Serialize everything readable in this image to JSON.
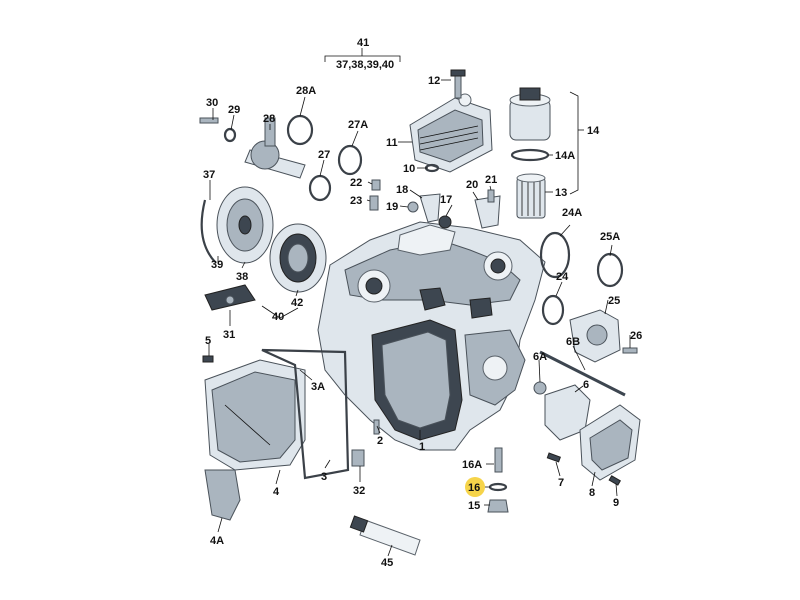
{
  "diagram": {
    "callouts": [
      {
        "id": "c41",
        "text": "41"
      },
      {
        "id": "c41sub",
        "text": "37,38,39,40"
      },
      {
        "id": "c12",
        "text": "12"
      },
      {
        "id": "c30",
        "text": "30"
      },
      {
        "id": "c29",
        "text": "29"
      },
      {
        "id": "c28",
        "text": "28"
      },
      {
        "id": "c28A",
        "text": "28A"
      },
      {
        "id": "c27A",
        "text": "27A"
      },
      {
        "id": "c27",
        "text": "27"
      },
      {
        "id": "c11",
        "text": "11"
      },
      {
        "id": "c10",
        "text": "10"
      },
      {
        "id": "c14",
        "text": "14"
      },
      {
        "id": "c14A",
        "text": "14A"
      },
      {
        "id": "c13",
        "text": "13"
      },
      {
        "id": "c37",
        "text": "37"
      },
      {
        "id": "c22",
        "text": "22"
      },
      {
        "id": "c23",
        "text": "23"
      },
      {
        "id": "c18",
        "text": "18"
      },
      {
        "id": "c19",
        "text": "19"
      },
      {
        "id": "c17",
        "text": "17"
      },
      {
        "id": "c20",
        "text": "20"
      },
      {
        "id": "c21",
        "text": "21"
      },
      {
        "id": "c24A",
        "text": "24A"
      },
      {
        "id": "c25A",
        "text": "25A"
      },
      {
        "id": "c39",
        "text": "39"
      },
      {
        "id": "c38",
        "text": "38"
      },
      {
        "id": "c24",
        "text": "24"
      },
      {
        "id": "c25",
        "text": "25"
      },
      {
        "id": "c42",
        "text": "42"
      },
      {
        "id": "c40",
        "text": "40"
      },
      {
        "id": "c31",
        "text": "31"
      },
      {
        "id": "c26",
        "text": "26"
      },
      {
        "id": "c5",
        "text": "5"
      },
      {
        "id": "c6B",
        "text": "6B"
      },
      {
        "id": "c6A",
        "text": "6A"
      },
      {
        "id": "c3A",
        "text": "3A"
      },
      {
        "id": "c6",
        "text": "6"
      },
      {
        "id": "c2",
        "text": "2"
      },
      {
        "id": "c1",
        "text": "1"
      },
      {
        "id": "c3",
        "text": "3"
      },
      {
        "id": "c4",
        "text": "4"
      },
      {
        "id": "c32",
        "text": "32"
      },
      {
        "id": "c16A",
        "text": "16A"
      },
      {
        "id": "c16",
        "text": "16"
      },
      {
        "id": "c15",
        "text": "15"
      },
      {
        "id": "c7",
        "text": "7"
      },
      {
        "id": "c8",
        "text": "8"
      },
      {
        "id": "c9",
        "text": "9"
      },
      {
        "id": "c4A",
        "text": "4A"
      },
      {
        "id": "c45",
        "text": "45"
      }
    ],
    "highlight_color": "#f6d44a"
  }
}
